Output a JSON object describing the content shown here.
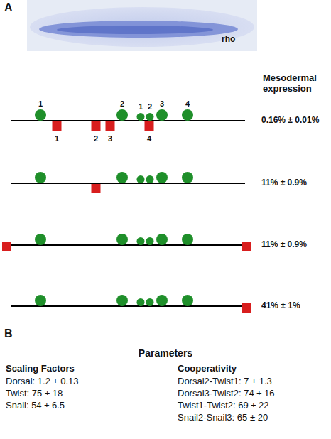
{
  "diagram": {
    "labels": [
      "A",
      "rho",
      "Mesodermal expression",
      "1",
      "2",
      "1",
      "2",
      "3",
      "4",
      "1",
      "2",
      "3",
      "4",
      "0.16% ± 0.01%",
      "11% ± 0.9%",
      "11% ± 0.9%",
      "41% ± 1%",
      "B",
      "Parameters",
      "Scaling Factors",
      "Dorsal: 1.2 ± 0.13",
      "Twist: 75 ± 18",
      "Snail: 54 ± 6.5",
      "Cooperativity",
      "Dorsal2-Twist1: 7 ± 1.3",
      "Dorsal3-Twist2: 74 ± 16",
      "Twist1-Twist2: 69 ± 22",
      "Snail2-Snail3: 65 ± 20"
    ]
  }
}
